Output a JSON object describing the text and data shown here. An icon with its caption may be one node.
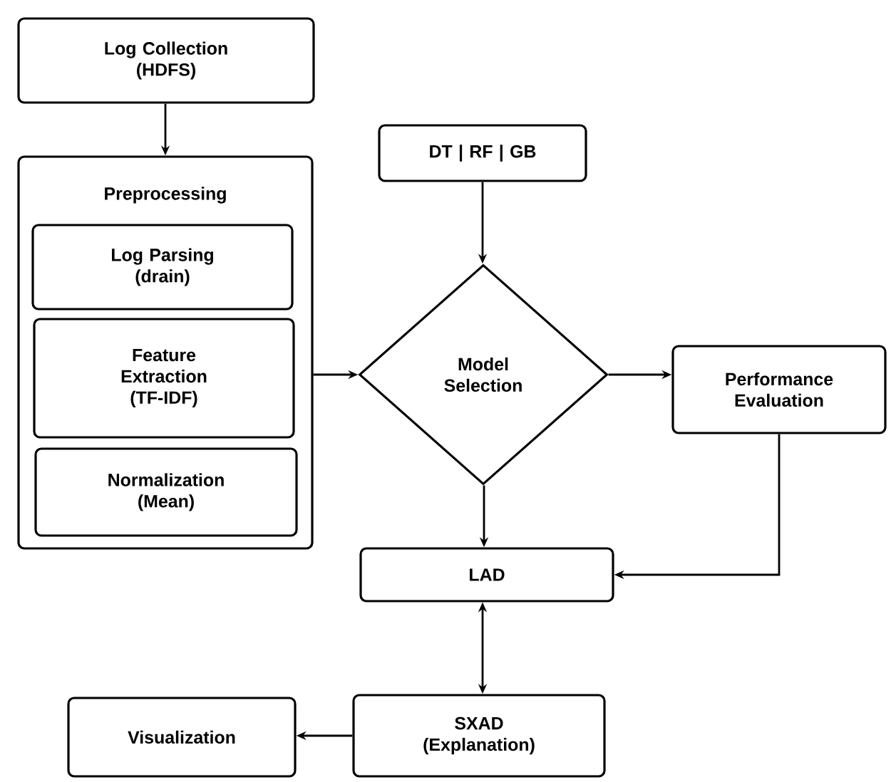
{
  "diagram": {
    "nodes": [
      {
        "text": [
          "Log Collection (HDFS)"
        ]
      },
      {
        "text": [
          "Preprocessing"
        ]
      },
      {
        "text": [
          "Log Parsing (drain)"
        ],
        "in": 1
      },
      {
        "text": [
          "Feature Extraction (TF-IDF)"
        ],
        "in": 1
      },
      {
        "text": [
          "Normalization (Mean)"
        ],
        "in": 1
      },
      {
        "text": [
          "DT | RF | GB"
        ]
      },
      {
        "text": [
          "Model Selection"
        ]
      },
      {
        "text": [
          "Performance Evaluation"
        ]
      },
      {
        "text": [
          "LAD"
        ]
      },
      {
        "text": [
          "SXAD (Explanation)"
        ]
      },
      {
        "text": [
          "Visualization"
        ]
      }
    ],
    "edges": [
      {
        "from": 0,
        "to": 1,
        "arrow": "to"
      },
      {
        "from": 5,
        "to": 6,
        "arrow": "to"
      },
      {
        "from": 1,
        "to": 6,
        "arrow": "to"
      },
      {
        "from": 6,
        "to": 7,
        "arrow": "to"
      },
      {
        "from": 6,
        "to": 8,
        "arrow": "to"
      },
      {
        "from": 7,
        "to": 8,
        "arrow": "to"
      },
      {
        "from": 8,
        "to": 9,
        "arrow": "both"
      },
      {
        "from": 9,
        "to": 10,
        "arrow": "to"
      }
    ]
  }
}
